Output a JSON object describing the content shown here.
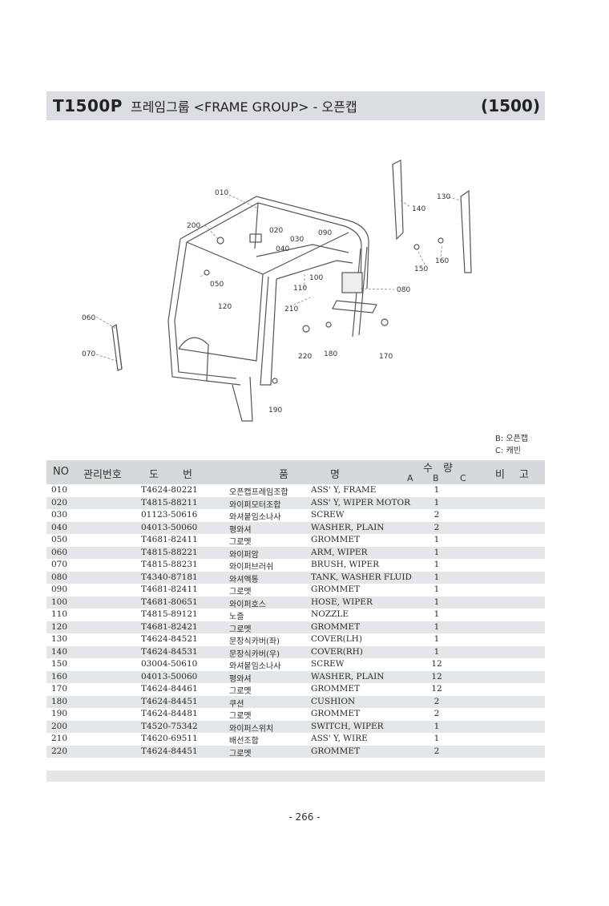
{
  "header": {
    "model": "T1500P",
    "title": "프레임그룹 <FRAME GROUP> - 오픈캡",
    "page_code": "(1500)"
  },
  "diagram": {
    "callouts": [
      "010",
      "200",
      "020",
      "030",
      "040",
      "090",
      "050",
      "100",
      "110",
      "120",
      "210",
      "080",
      "060",
      "070",
      "220",
      "180",
      "170",
      "190",
      "140",
      "130",
      "150",
      "160"
    ]
  },
  "legend": {
    "b": "B: 오픈캡",
    "c": "C: 캐빈"
  },
  "table": {
    "headers": {
      "no": "NO",
      "mgmt": "관리번호",
      "do": "도",
      "beon": "번",
      "pum": "품",
      "myeong": "명",
      "su": "수",
      "ryang": "량",
      "a": "A",
      "b": "B",
      "c": "C",
      "bi": "비",
      "go": "고"
    },
    "rows": [
      {
        "no": "010",
        "part": "T4624-80221",
        "kor": "오픈캡프레임조합",
        "eng": "ASS' Y, FRAME",
        "qty": "1"
      },
      {
        "no": "020",
        "part": "T4815-88211",
        "kor": "와이퍼모터조합",
        "eng": "ASS' Y, WIPER MOTOR",
        "qty": "1"
      },
      {
        "no": "030",
        "part": "01123-50616",
        "kor": "와셔붙임소나사",
        "eng": "SCREW",
        "qty": "2"
      },
      {
        "no": "040",
        "part": "04013-50060",
        "kor": "평와셔",
        "eng": "WASHER, PLAIN",
        "qty": "2"
      },
      {
        "no": "050",
        "part": "T4681-82411",
        "kor": "그로멧",
        "eng": "GROMMET",
        "qty": "1"
      },
      {
        "no": "060",
        "part": "T4815-88221",
        "kor": "와이퍼암",
        "eng": "ARM, WIPER",
        "qty": "1"
      },
      {
        "no": "070",
        "part": "T4815-88231",
        "kor": "와이퍼브러쉬",
        "eng": "BRUSH, WIPER",
        "qty": "1"
      },
      {
        "no": "080",
        "part": "T4340-87181",
        "kor": "와셔액통",
        "eng": "TANK, WASHER FLUID",
        "qty": "1"
      },
      {
        "no": "090",
        "part": "T4681-82411",
        "kor": "그로멧",
        "eng": "GROMMET",
        "qty": "1"
      },
      {
        "no": "100",
        "part": "T4681-80651",
        "kor": "와이퍼호스",
        "eng": "HOSE, WIPER",
        "qty": "1"
      },
      {
        "no": "110",
        "part": "T4815-89121",
        "kor": "노즐",
        "eng": "NOZZLE",
        "qty": "1"
      },
      {
        "no": "120",
        "part": "T4681-82421",
        "kor": "그로멧",
        "eng": "GROMMET",
        "qty": "1"
      },
      {
        "no": "130",
        "part": "T4624-84521",
        "kor": "문장식카버(좌)",
        "eng": "COVER(LH)",
        "qty": "1"
      },
      {
        "no": "140",
        "part": "T4624-84531",
        "kor": "문장식카버(우)",
        "eng": "COVER(RH)",
        "qty": "1"
      },
      {
        "no": "150",
        "part": "03004-50610",
        "kor": "와셔붙임소나사",
        "eng": "SCREW",
        "qty": "12"
      },
      {
        "no": "160",
        "part": "04013-50060",
        "kor": "평와셔",
        "eng": "WASHER, PLAIN",
        "qty": "12"
      },
      {
        "no": "170",
        "part": "T4624-84461",
        "kor": "그로멧",
        "eng": "GROMMET",
        "qty": "12"
      },
      {
        "no": "180",
        "part": "T4624-84451",
        "kor": "쿠션",
        "eng": "CUSHION",
        "qty": "2"
      },
      {
        "no": "190",
        "part": "T4624-84481",
        "kor": "그로멧",
        "eng": "GROMMET",
        "qty": "2"
      },
      {
        "no": "200",
        "part": "T4520-75342",
        "kor": "와이퍼스위치",
        "eng": "SWITCH, WIPER",
        "qty": "1"
      },
      {
        "no": "210",
        "part": "T4620-69511",
        "kor": "배선조합",
        "eng": "ASS' Y, WIRE",
        "qty": "1"
      },
      {
        "no": "220",
        "part": "T4624-84451",
        "kor": "그로멧",
        "eng": "GROMMET",
        "qty": "2"
      }
    ]
  },
  "page_number": "- 266 -"
}
